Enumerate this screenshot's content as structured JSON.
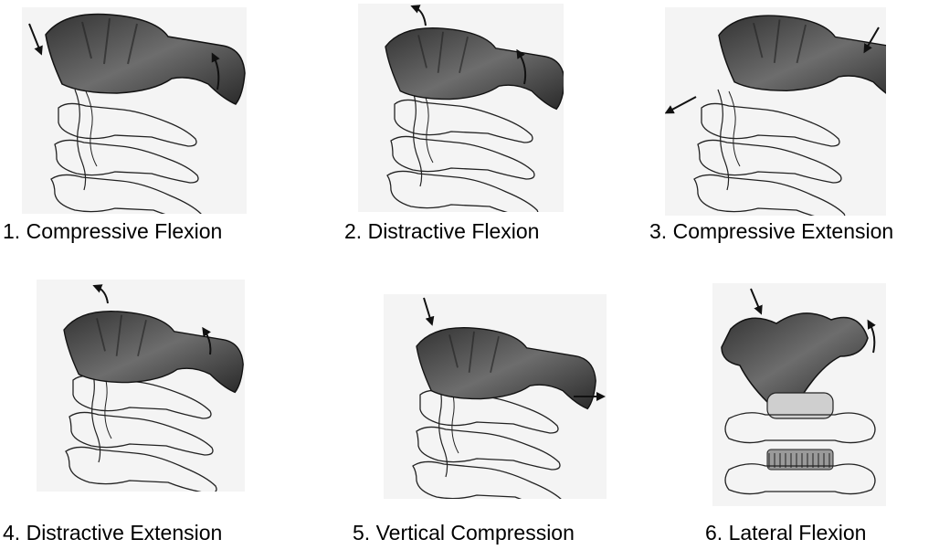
{
  "panels": [
    {
      "number": "1.",
      "label": "Compressive Flexion"
    },
    {
      "number": "2.",
      "label": "Distractive Flexion"
    },
    {
      "number": "3.",
      "label": "Compressive Extension"
    },
    {
      "number": "4.",
      "label": "Distractive Extension"
    },
    {
      "number": "5.",
      "label": "Vertical Compression"
    },
    {
      "number": "6.",
      "label": "Lateral Flexion"
    }
  ]
}
